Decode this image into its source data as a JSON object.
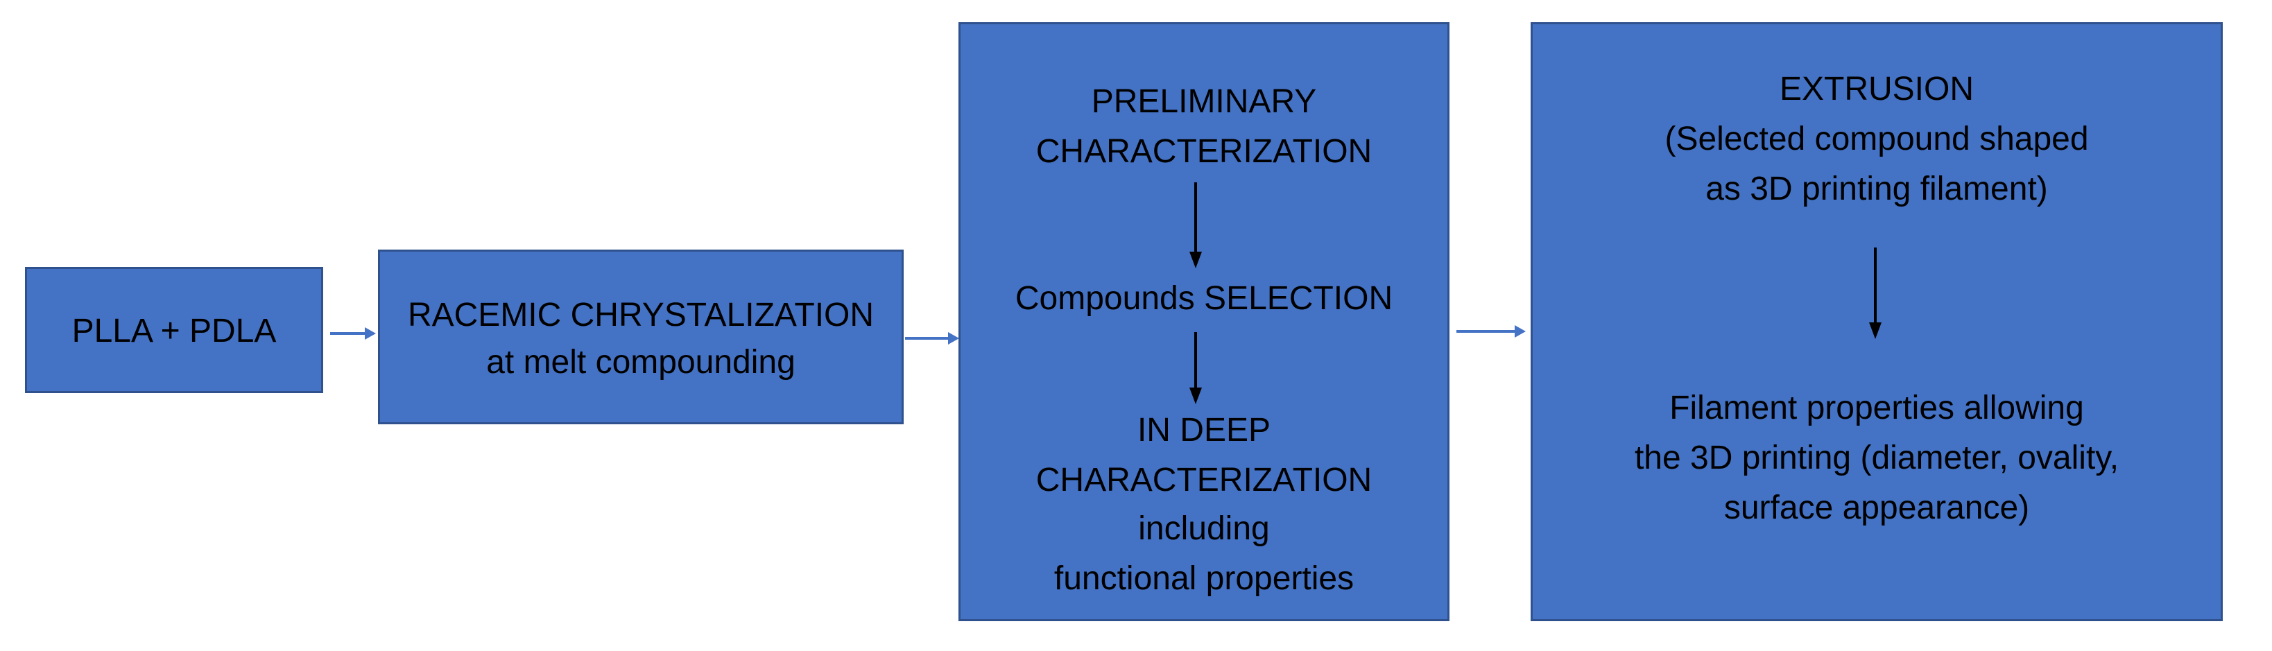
{
  "colors": {
    "box_fill": "#4472C4",
    "box_border": "#2F528F",
    "arrow": "#4472C4",
    "text": "#000000"
  },
  "diagram": {
    "box1": {
      "text": "PLLA  +  PDLA"
    },
    "box2": {
      "line1": "RACEMIC CHRYSTALIZATION",
      "line2": "at melt compounding"
    },
    "box3": {
      "line1": "PRELIMINARY",
      "line2": "CHARACTERIZATION",
      "line3": "Compounds SELECTION",
      "line4": "IN DEEP",
      "line5": "CHARACTERIZATION",
      "line6": "including",
      "line7": "functional properties"
    },
    "box4": {
      "line1": "EXTRUSION",
      "line2": "(Selected compound shaped",
      "line3": "as  3D printing filament)",
      "line4": "Filament properties allowing",
      "line5": "the 3D printing (diameter, ovality,",
      "line6": "surface appearance)"
    }
  }
}
